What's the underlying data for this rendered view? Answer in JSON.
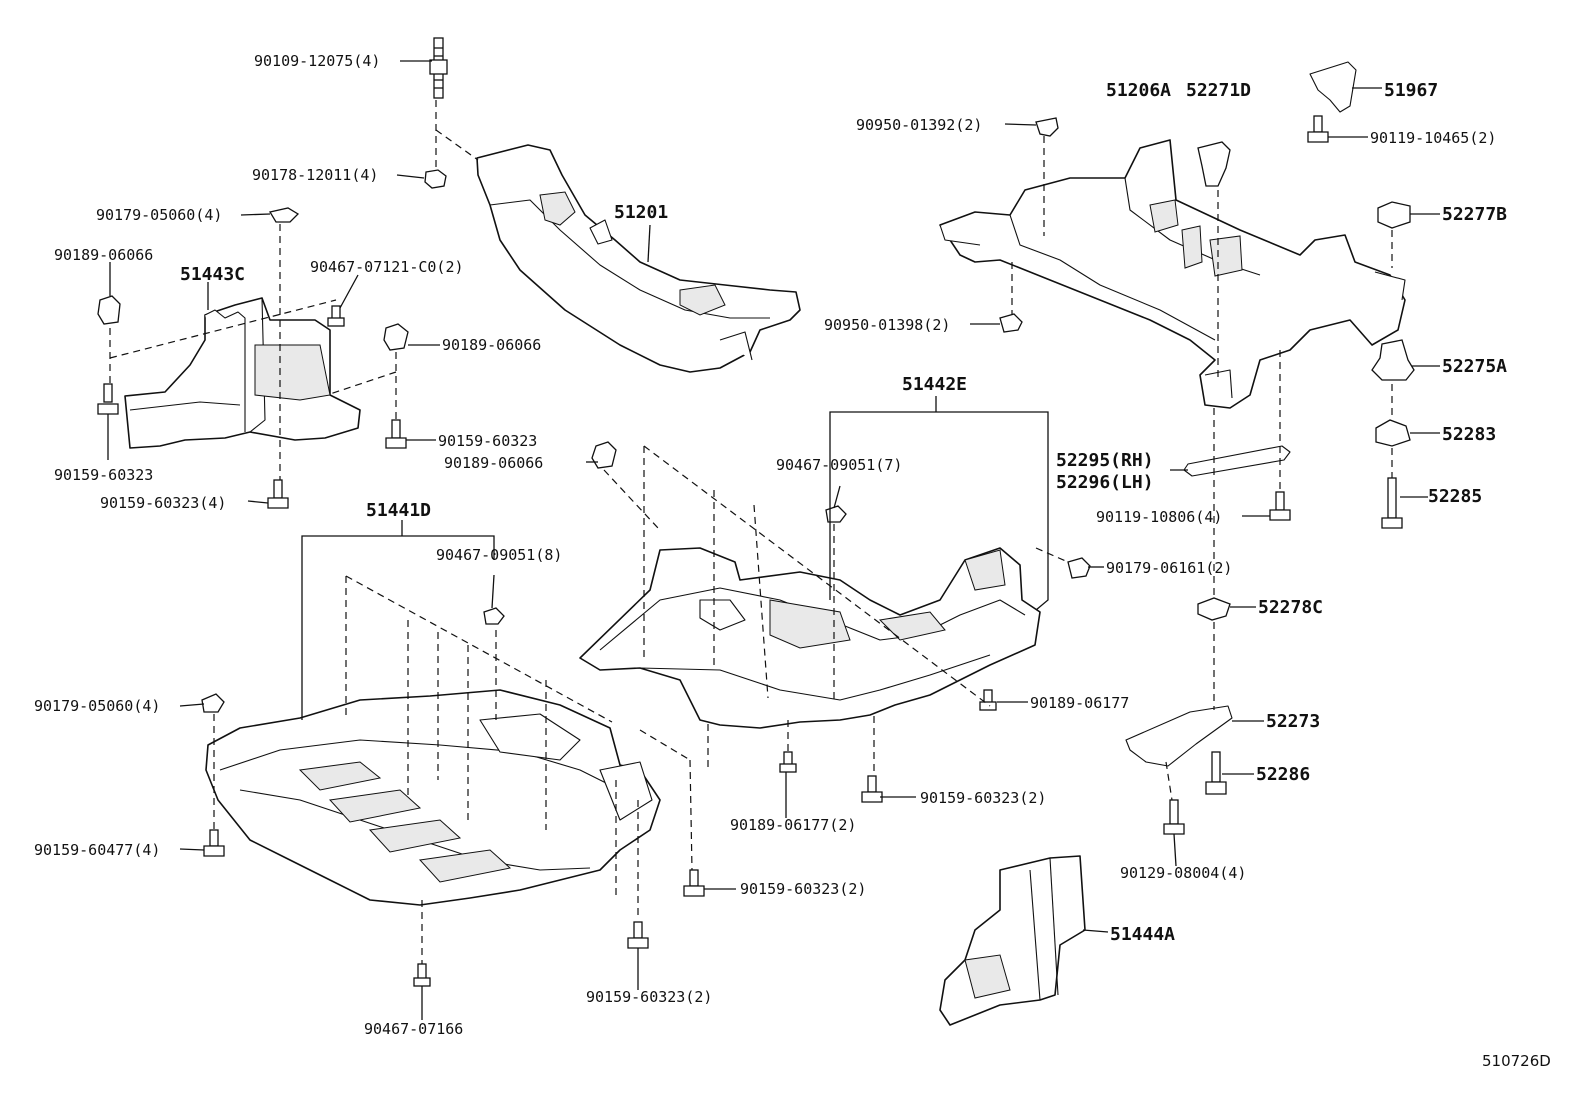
{
  "diagram_id": "510726D",
  "labels": {
    "l1": "90109-12075(4)",
    "l2": "90178-12011(4)",
    "l3": "90179-05060(4)",
    "l4": "90189-06066",
    "l5": "51443C",
    "l6": "90467-07121-C0(2)",
    "l7": "90189-06066",
    "l8": "90159-60323",
    "l9": "90159-60323",
    "l10": "90159-60323(4)",
    "l11": "51201",
    "l12": "90950-01392(2)",
    "l13": "51206A",
    "l14": "52271D",
    "l15": "51967",
    "l16": "90119-10465(2)",
    "l17": "52277B",
    "l18": "90950-01398(2)",
    "l19": "52275A",
    "l20": "52283",
    "l21": "51442E",
    "l22": "90189-06066",
    "l23": "90467-09051(7)",
    "l24": "52295(RH)",
    "l25": "52296(LH)",
    "l26": "52285",
    "l27": "90119-10806(4)",
    "l28": "51441D",
    "l29": "90467-09051(8)",
    "l30": "90179-06161(2)",
    "l31": "52278C",
    "l32": "90179-05060(4)",
    "l33": "90189-06177",
    "l34": "52273",
    "l35": "52286",
    "l36": "90189-06177(2)",
    "l37": "90159-60323(2)",
    "l38": "90159-60477(4)",
    "l39": "90159-60323(2)",
    "l40": "90129-08004(4)",
    "l41": "51444A",
    "l42": "90159-60323(2)",
    "l43": "90467-07166"
  }
}
